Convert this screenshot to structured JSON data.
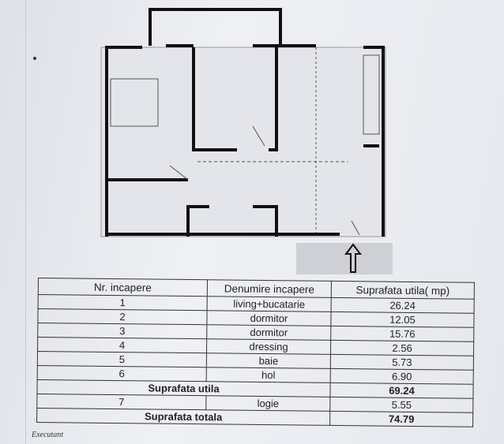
{
  "table": {
    "headers": [
      "Nr. incapere",
      "Denumire incapere",
      "Suprafata utila( mp)"
    ],
    "rows": [
      {
        "nr": "1",
        "name": "living+bucatarie",
        "area": "26.24"
      },
      {
        "nr": "2",
        "name": "dormitor",
        "area": "12.05"
      },
      {
        "nr": "3",
        "name": "dormitor",
        "area": "15.76"
      },
      {
        "nr": "4",
        "name": "dressing",
        "area": "2.56"
      },
      {
        "nr": "5",
        "name": "baie",
        "area": "5.73"
      },
      {
        "nr": "6",
        "name": "hol",
        "area": "6.90"
      }
    ],
    "subtotal": {
      "label": "Suprafata utila",
      "area": "69.24"
    },
    "extra": {
      "nr": "7",
      "name": "logie",
      "area": "5.55"
    },
    "total": {
      "label": "Suprafata totala",
      "area": "74.79"
    }
  },
  "footer": {
    "executant": "Executant"
  },
  "plan": {
    "arrow_icon": "arrow-up-icon"
  }
}
